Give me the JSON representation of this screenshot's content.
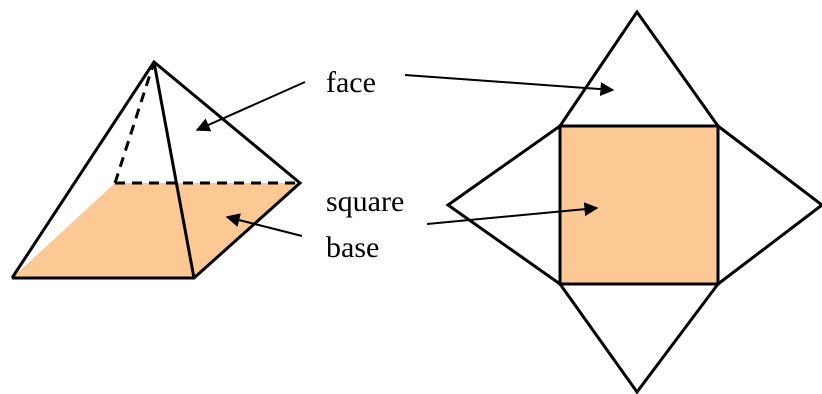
{
  "labels": {
    "face": "face",
    "square_line1": "square",
    "square_line2": "base"
  },
  "colors": {
    "base_fill": "#fcc995",
    "stroke": "#000000",
    "background": "#ffffff"
  }
}
